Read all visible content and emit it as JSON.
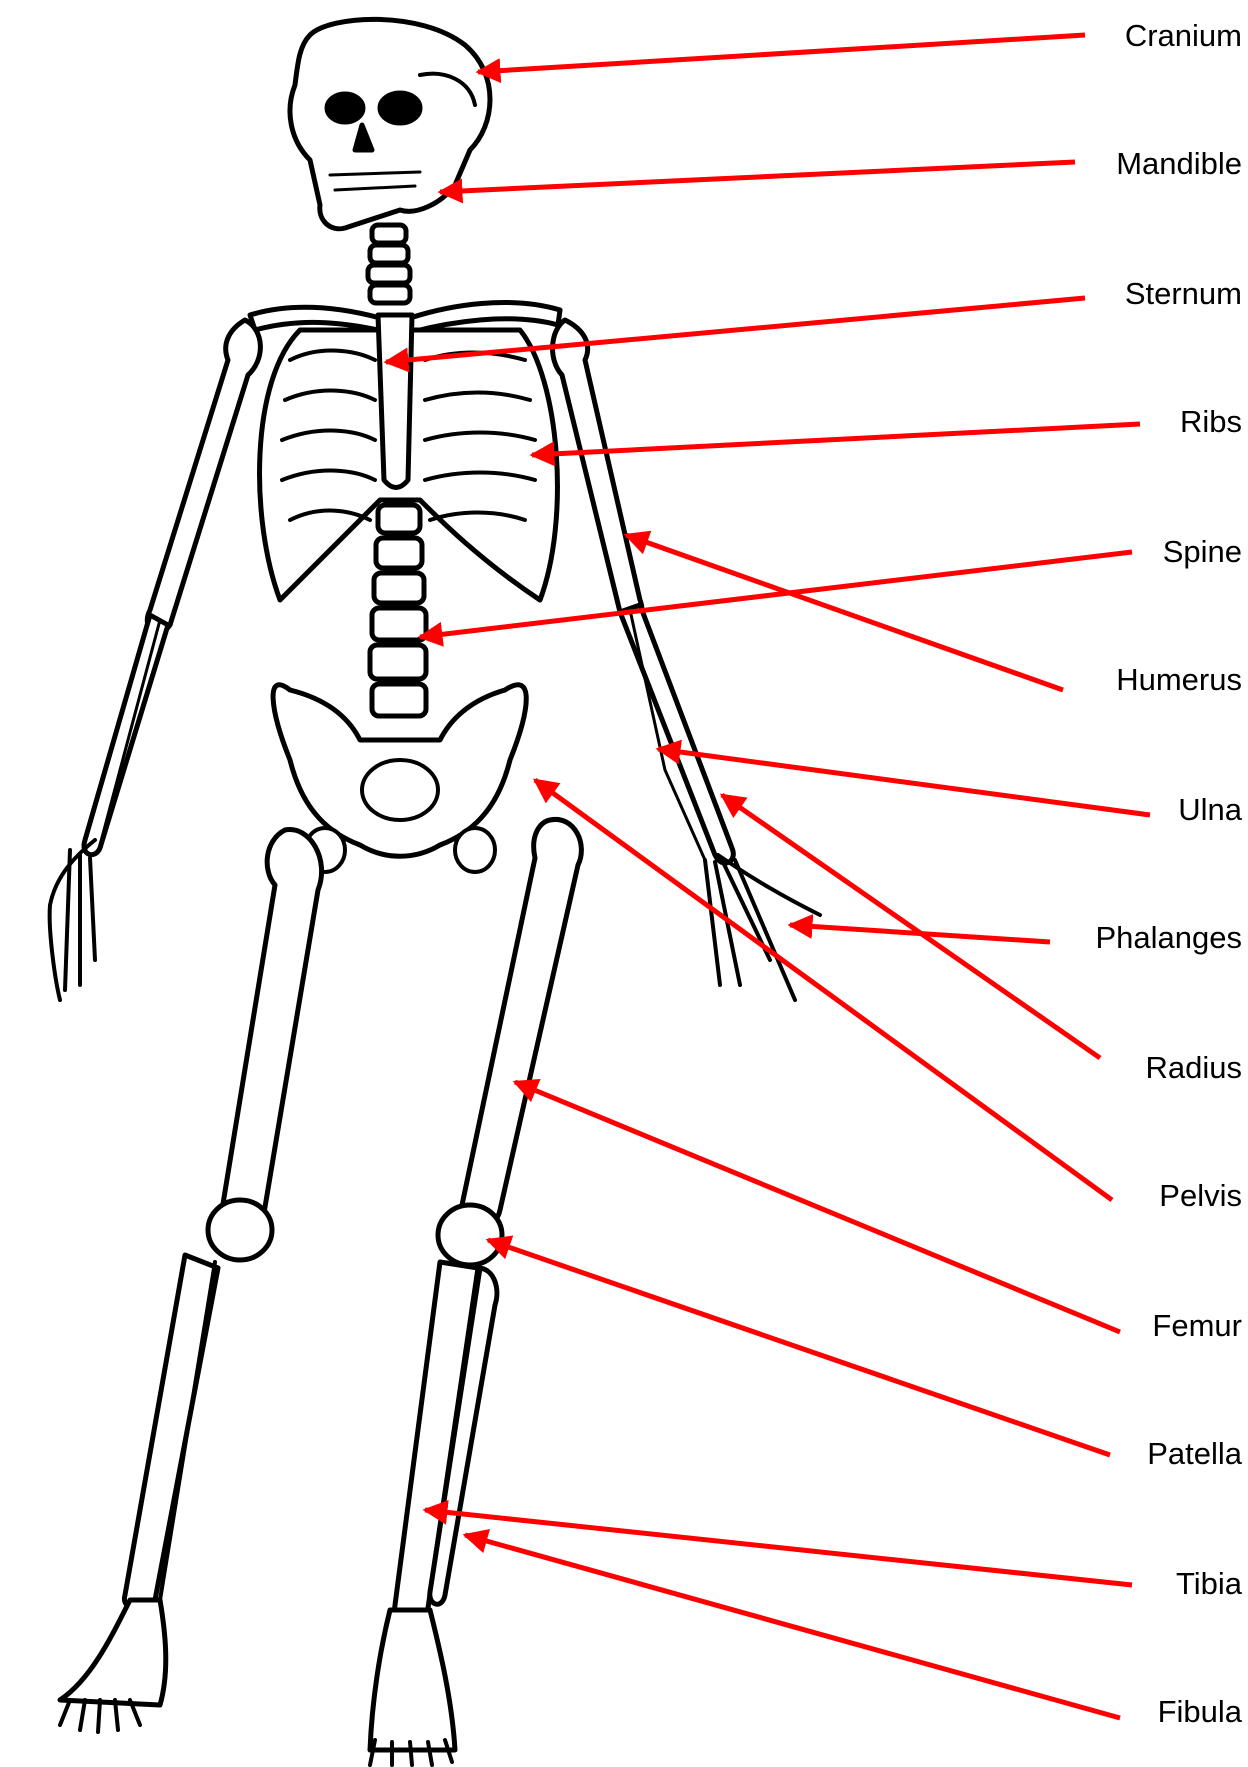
{
  "colors": {
    "arrow": "#ff0000",
    "bone_fill": "#ffffff",
    "bone_outline": "#000000",
    "text": "#000000"
  },
  "labels": [
    {
      "key": "cranium",
      "text": "Cranium"
    },
    {
      "key": "mandible",
      "text": "Mandible"
    },
    {
      "key": "sternum",
      "text": "Sternum"
    },
    {
      "key": "ribs",
      "text": "Ribs"
    },
    {
      "key": "spine",
      "text": "Spine"
    },
    {
      "key": "humerus",
      "text": "Humerus"
    },
    {
      "key": "ulna",
      "text": "Ulna"
    },
    {
      "key": "phalanges",
      "text": "Phalanges"
    },
    {
      "key": "radius",
      "text": "Radius"
    },
    {
      "key": "pelvis",
      "text": "Pelvis"
    },
    {
      "key": "femur",
      "text": "Femur"
    },
    {
      "key": "patella",
      "text": "Patella"
    },
    {
      "key": "tibia",
      "text": "Tibia"
    },
    {
      "key": "fibula",
      "text": "Fibula"
    }
  ]
}
